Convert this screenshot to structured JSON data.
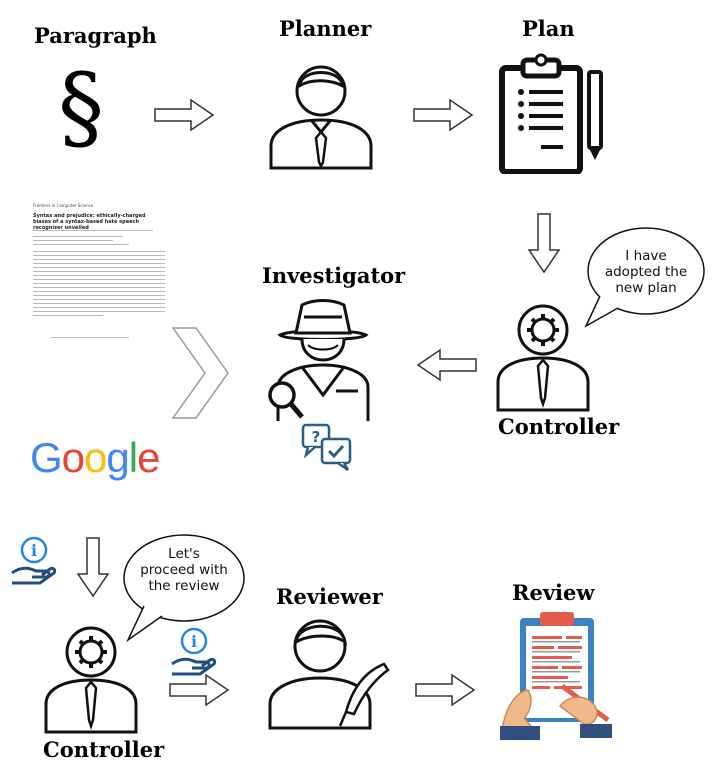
{
  "nodes": {
    "paragraph": {
      "label": "Paragraph"
    },
    "planner": {
      "label": "Planner"
    },
    "plan": {
      "label": "Plan"
    },
    "investigator": {
      "label": "Investigator"
    },
    "controller_top": {
      "label": "Controller"
    },
    "controller_bottom": {
      "label": "Controller"
    },
    "reviewer": {
      "label": "Reviewer"
    },
    "review": {
      "label": "Review"
    }
  },
  "bubbles": {
    "controller_top": {
      "line1": "I have",
      "line2": "adopted the",
      "line3": "new plan"
    },
    "controller_bottom": {
      "line1": "Let's",
      "line2": "proceed with",
      "line3": "the review"
    }
  },
  "symbols": {
    "section": "§"
  },
  "logos": {
    "google": "Google"
  },
  "doc_thumbnail": {
    "header_left": "Frontiers in Computer Science",
    "header_right": "",
    "title": "Syntax and prejudice: ethically-charged biases of a syntax-based hate speech recognizer unveiled"
  },
  "colors": {
    "google_blue": "#4285F4",
    "google_red": "#EA4335",
    "google_yellow": "#FBBC05",
    "google_green": "#34A853",
    "info_blue": "#1e88e5",
    "ink": "#111111"
  }
}
